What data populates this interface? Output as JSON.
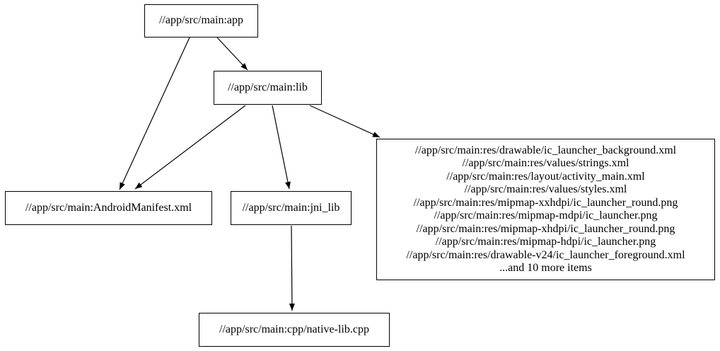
{
  "diagram": {
    "type": "dependency-graph",
    "background_color": "#ffffff",
    "node_border_color": "#000000",
    "edge_color": "#000000",
    "text_color": "#000000",
    "nodes": {
      "app": {
        "label": "//app/src/main:app"
      },
      "lib": {
        "label": "//app/src/main:lib"
      },
      "android_manifest": {
        "label": "//app/src/main:AndroidManifest.xml"
      },
      "jni_lib": {
        "label": "//app/src/main:jni_lib"
      },
      "res_group": {
        "lines": [
          "//app/src/main:res/drawable/ic_launcher_background.xml",
          "//app/src/main:res/values/strings.xml",
          "//app/src/main:res/layout/activity_main.xml",
          "//app/src/main:res/values/styles.xml",
          "//app/src/main:res/mipmap-xxhdpi/ic_launcher_round.png",
          "//app/src/main:res/mipmap-mdpi/ic_launcher.png",
          "//app/src/main:res/mipmap-xhdpi/ic_launcher_round.png",
          "//app/src/main:res/mipmap-hdpi/ic_launcher.png",
          "//app/src/main:res/drawable-v24/ic_launcher_foreground.xml",
          "...and 10 more items"
        ]
      },
      "native_lib_cpp": {
        "label": "//app/src/main:cpp/native-lib.cpp"
      }
    },
    "edges": [
      {
        "from": "app",
        "to": "lib"
      },
      {
        "from": "app",
        "to": "android_manifest"
      },
      {
        "from": "lib",
        "to": "android_manifest"
      },
      {
        "from": "lib",
        "to": "jni_lib"
      },
      {
        "from": "lib",
        "to": "res_group"
      },
      {
        "from": "jni_lib",
        "to": "native_lib_cpp"
      }
    ]
  }
}
